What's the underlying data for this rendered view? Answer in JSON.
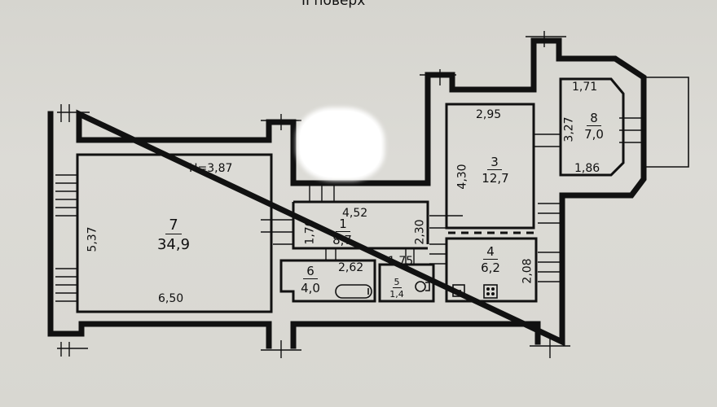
{
  "plan": {
    "floor_title": "II поверх",
    "ceiling_height": "H=3,87"
  },
  "rooms": [
    {
      "id": "7",
      "area": "34,9",
      "dims": [
        "5,37",
        "6,50"
      ]
    },
    {
      "id": "1",
      "area": "8,7",
      "dims": [
        "4,52",
        "1,70",
        "2,30",
        "1,75"
      ]
    },
    {
      "id": "6",
      "area": "4,0",
      "dims": [
        "2,62"
      ]
    },
    {
      "id": "5",
      "area": "1,4",
      "dims": []
    },
    {
      "id": "3",
      "area": "12,7",
      "dims": [
        "2,95",
        "4,30"
      ]
    },
    {
      "id": "4",
      "area": "6,2",
      "dims": [
        "2,08"
      ]
    },
    {
      "id": "8",
      "area": "7,0",
      "dims": [
        "1,71",
        "3,27",
        "1,86"
      ]
    }
  ]
}
